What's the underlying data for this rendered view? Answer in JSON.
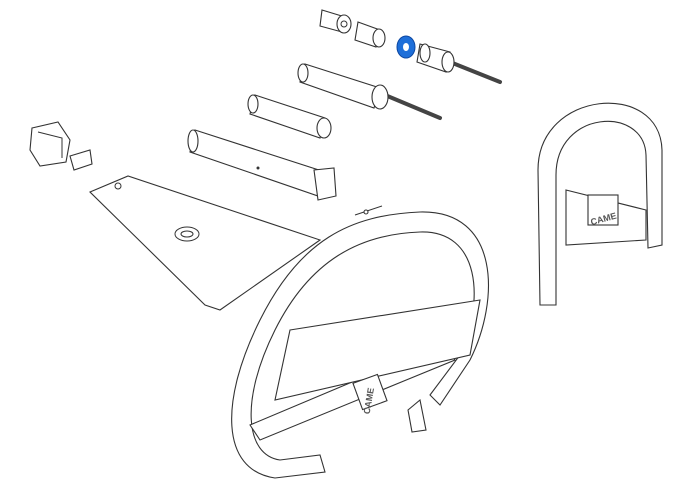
{
  "diagram": {
    "type": "exploded-parts-view",
    "highlighted_part": "washer",
    "highlight_color": "#1e6fd9",
    "line_color": "#333333",
    "logos": [
      "CAME",
      "CAME"
    ]
  }
}
